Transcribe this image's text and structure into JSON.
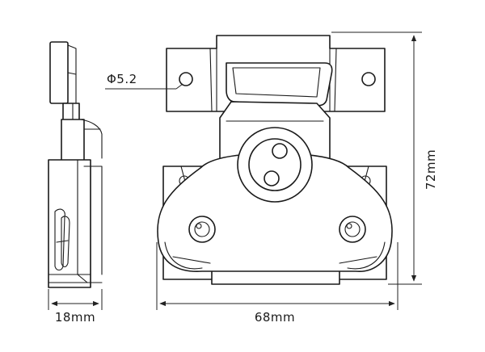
{
  "callouts": {
    "hole_diameter": "Φ5.2",
    "height": "72mm",
    "width": "68mm",
    "depth": "18mm"
  }
}
